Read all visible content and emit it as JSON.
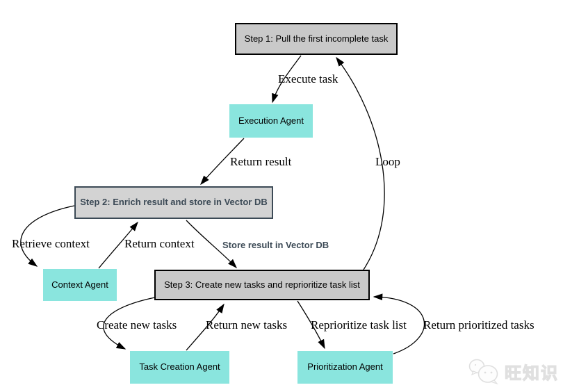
{
  "diagram": {
    "nodes": {
      "step1": "Step 1: Pull the first incomplete task",
      "step2": "Step 2: Enrich result and store in Vector DB",
      "step3": "Step 3: Create new tasks and reprioritize task list",
      "execution_agent": "Execution Agent",
      "context_agent": "Context Agent",
      "task_creation_agent": "Task Creation Agent",
      "prioritization_agent": "Prioritization Agent"
    },
    "edge_labels": {
      "execute_task": "Execute task",
      "return_result": "Return result",
      "loop": "Loop",
      "retrieve_context": "Retrieve context",
      "return_context": "Return context",
      "store_result": "Store result in Vector DB",
      "create_new_tasks": "Create new tasks",
      "return_new_tasks": "Return new tasks",
      "reprioritize": "Reprioritize task list",
      "return_prioritized": "Return prioritized tasks"
    },
    "colors": {
      "agent_fill": "#8AE5DE",
      "step_fill": "#C9C9C9",
      "step2_fill": "#D3D3D3",
      "step2_accent": "#3C4A56",
      "edge_color": "#000000",
      "watermark_color": "#E0E0E0"
    },
    "watermark": {
      "text": "旺知识"
    }
  }
}
